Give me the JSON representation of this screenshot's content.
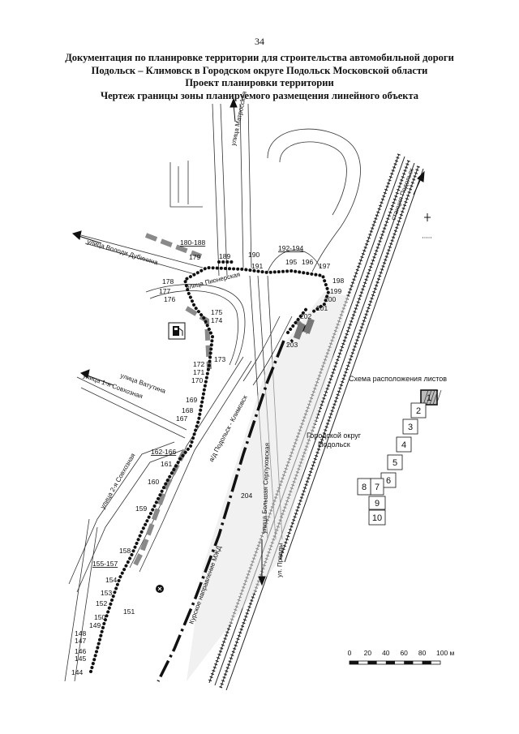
{
  "page_number": "34",
  "title": {
    "line1": "Документация по планировке территории для строительства автомобильной дороги",
    "line2": "Подольск – Климовск в Городском округе Подольск Московской области",
    "line3": "Проект планировки территории",
    "line4": "Чертеж границы зоны планируемого размещения линейного объекта"
  },
  "streets": {
    "matrosskaya": "улица Матросская",
    "station": "станция Подольск",
    "volodarskogo": "улица Володи Дубинина",
    "pionerskaya": "улица Пионерская",
    "vatutina": "улица Ватутина",
    "sovkhoznaya1": "улица 1-я Совхозная",
    "sovkhoznaya2": "улица 2-я Совхозная",
    "podolsk_klimovsk": "а/д Подольск - Климовск",
    "bolshaya_serp": "улица Большая Серпуховская",
    "pravdy": "ул. Правды",
    "kursk": "Курское направление МЖД"
  },
  "district_label": "Городской округ Подольск",
  "points": {
    "p144": "144",
    "p145": "145",
    "p146": "146",
    "p147": "147",
    "p148": "148",
    "p149": "149",
    "p150": "150",
    "p151": "151",
    "p152": "152",
    "p153": "153",
    "p154": "154",
    "p155_157": "155-157",
    "p158": "158",
    "p159": "159",
    "p160": "160",
    "p161": "161",
    "p162_166": "162-166",
    "p167": "167",
    "p168": "168",
    "p169": "169",
    "p170": "170",
    "p171": "171",
    "p172": "172",
    "p173": "173",
    "p174": "174",
    "p175": "175",
    "p176": "176",
    "p177": "177",
    "p178": "178",
    "p179": "179",
    "p180_188": "180-188",
    "p189": "189",
    "p190": "190",
    "p191": "191",
    "p192_194": "192-194",
    "p195": "195",
    "p196": "196",
    "p197": "197",
    "p198": "198",
    "p199": "199",
    "p200": "200",
    "p201": "201",
    "p202": "202",
    "p203": "203",
    "p204": "204"
  },
  "sheet_scheme": {
    "title": "Схема расположения листов",
    "sheets": [
      "1",
      "2",
      "3",
      "4",
      "5",
      "6",
      "7",
      "8",
      "9",
      "10"
    ]
  },
  "scale_bar": {
    "ticks": [
      "0",
      "20",
      "40",
      "60",
      "80",
      "100 м"
    ]
  },
  "icons": [
    "gas-station-icon",
    "compass-icon",
    "direction-arrow-icon"
  ]
}
